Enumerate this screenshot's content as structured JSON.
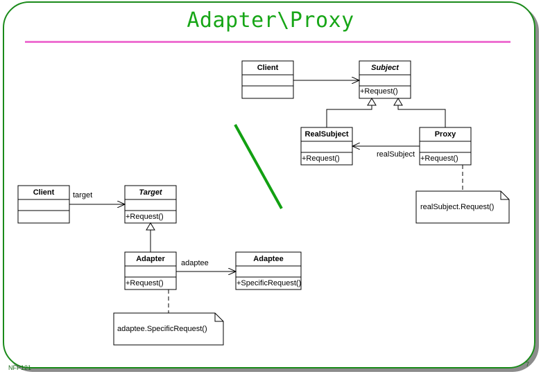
{
  "slide": {
    "title": "Adapter\\Proxy",
    "footer_left": "NFP121",
    "page_number": "7"
  },
  "proxy_diagram": {
    "client": {
      "name": "Client"
    },
    "subject": {
      "name": "Subject",
      "op": "+Request()"
    },
    "real_subject": {
      "name": "RealSubject",
      "op": "+Request()"
    },
    "proxy": {
      "name": "Proxy",
      "op": "+Request()"
    },
    "association_label": "realSubject",
    "note": "realSubject.Request()"
  },
  "adapter_diagram": {
    "client": {
      "name": "Client"
    },
    "target": {
      "name": "Target",
      "op": "+Request()"
    },
    "adapter": {
      "name": "Adapter",
      "op": "+Request()"
    },
    "adaptee": {
      "name": "Adaptee",
      "op": "+SpecificRequest()"
    },
    "target_label": "target",
    "adaptee_label": "adaptee",
    "note": "adaptee.SpecificRequest()"
  },
  "colors": {
    "frame": "#1a8a1a",
    "title": "#17a617",
    "rule": "#ee6fd1",
    "divider_slash": "#12a012"
  }
}
